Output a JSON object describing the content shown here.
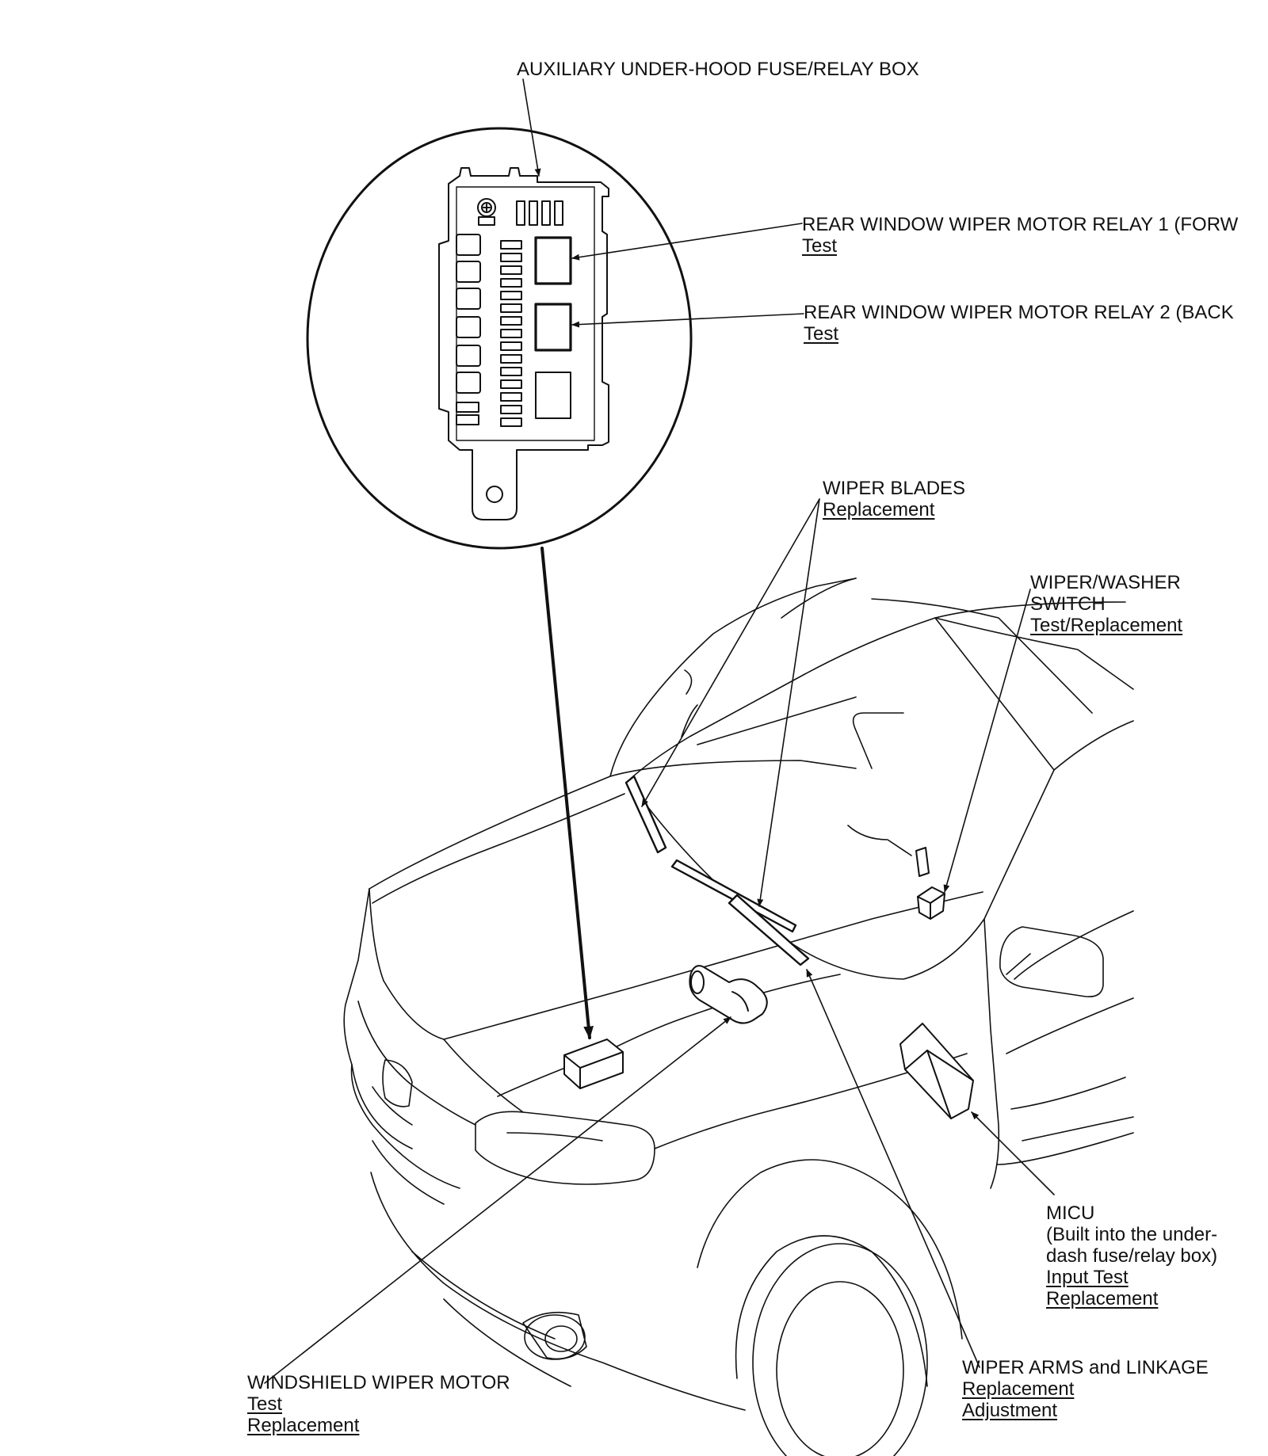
{
  "title_label": "AUXILIARY UNDER-HOOD FUSE/RELAY BOX",
  "callouts": {
    "relay1": {
      "name": "REAR WINDOW WIPER MOTOR RELAY 1 (FORW",
      "links": [
        "Test"
      ]
    },
    "relay2": {
      "name": "REAR WINDOW WIPER MOTOR RELAY 2 (BACK",
      "links": [
        "Test"
      ]
    },
    "wiper_blades": {
      "name": "WIPER BLADES",
      "links": [
        "Replacement"
      ]
    },
    "washer_switch": {
      "name_lines": [
        "WIPER/WASHER",
        "SWITCH"
      ],
      "links": [
        "Test/Replacement"
      ]
    },
    "micu": {
      "name_lines": [
        "MICU",
        "(Built into the under-",
        "dash fuse/relay box)"
      ],
      "links": [
        "Input Test",
        "Replacement"
      ]
    },
    "wiper_motor": {
      "name": "WINDSHIELD WIPER MOTOR",
      "links": [
        "Test",
        "Replacement"
      ]
    },
    "wiper_arms": {
      "name": "WIPER ARMS and LINKAGE",
      "links": [
        "Replacement",
        "Adjustment"
      ]
    }
  },
  "colors": {
    "line": "#111111",
    "background": "#ffffff"
  }
}
